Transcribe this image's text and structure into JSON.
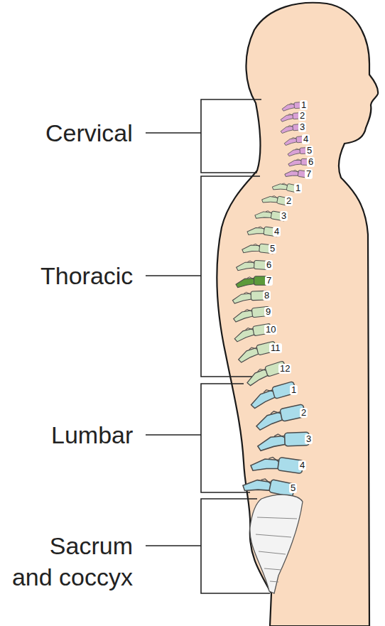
{
  "diagram": {
    "labels": [
      "Cervical",
      "Thoracic",
      "Lumbar",
      "Sacrum and coccyx",
      "1",
      "2",
      "3",
      "4",
      "5",
      "6",
      "7",
      "1",
      "2",
      "3",
      "4",
      "5",
      "6",
      "7",
      "8",
      "9",
      "10",
      "11",
      "12",
      "1",
      "2",
      "3",
      "4",
      "5"
    ]
  }
}
